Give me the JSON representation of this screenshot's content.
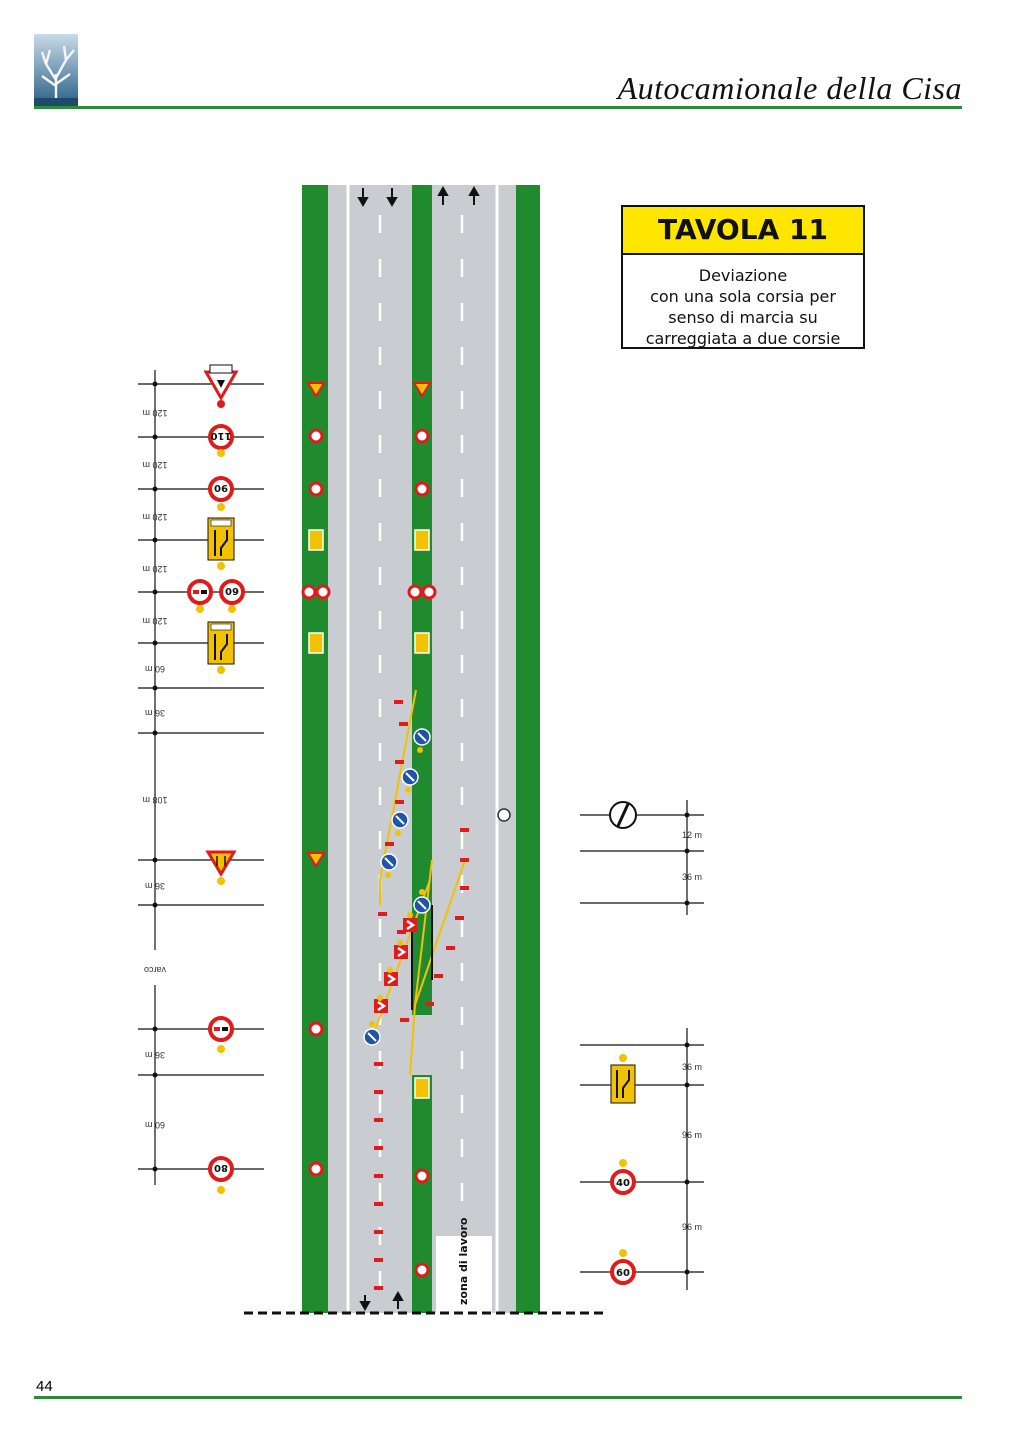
{
  "header": {
    "brand": "Autocamionale della Cisa"
  },
  "page_number": "44",
  "tavola": {
    "title": "TAVOLA 11",
    "description_lines": [
      "Deviazione",
      "con una sola corsia per",
      "senso di marcia su",
      "carreggiata a due corsie"
    ]
  },
  "work_zone_label": "zona di lavoro",
  "left_signs": [
    {
      "icon": "yield-work-ahead-icon",
      "label": "",
      "light": "red"
    },
    {
      "icon": "speed-limit-icon",
      "label": "110",
      "light": "yellow"
    },
    {
      "icon": "speed-limit-icon",
      "label": "90",
      "light": "yellow"
    },
    {
      "icon": "lane-change-panel-icon",
      "label": "",
      "light": "yellow"
    },
    {
      "icon": "no-overtaking-icon",
      "label": "",
      "light": "yellow"
    },
    {
      "icon": "speed-limit-icon",
      "label": "60",
      "light": "yellow"
    },
    {
      "icon": "lane-change-panel-icon",
      "label": "",
      "light": "yellow"
    },
    {
      "icon": "yield-work-ahead-icon",
      "label": "",
      "light": "yellow"
    },
    {
      "icon": "no-overtaking-icon",
      "label": "",
      "light": "yellow"
    },
    {
      "icon": "speed-limit-icon",
      "label": "80",
      "light": "yellow"
    }
  ],
  "left_dimensions": [
    "120 m",
    "120 m",
    "120 m",
    "120 m",
    "120 m",
    "60 m",
    "36 m",
    "108 m",
    "36 m",
    "varco",
    "36 m",
    "60 m"
  ],
  "right_signs": [
    {
      "icon": "end-of-restrictions-icon",
      "label": ""
    },
    {
      "icon": "lane-change-panel-icon",
      "label": ""
    },
    {
      "icon": "speed-limit-icon",
      "label": "40"
    },
    {
      "icon": "speed-limit-icon",
      "label": "60"
    }
  ],
  "right_dimensions": [
    "12 m",
    "36 m",
    "36 m",
    "96 m",
    "96 m"
  ],
  "colors": {
    "green": "#1f8a2e",
    "road": "#c9ccd0",
    "yellow": "#ffe600",
    "red": "#e01b1b",
    "blue": "#1e55a8"
  }
}
